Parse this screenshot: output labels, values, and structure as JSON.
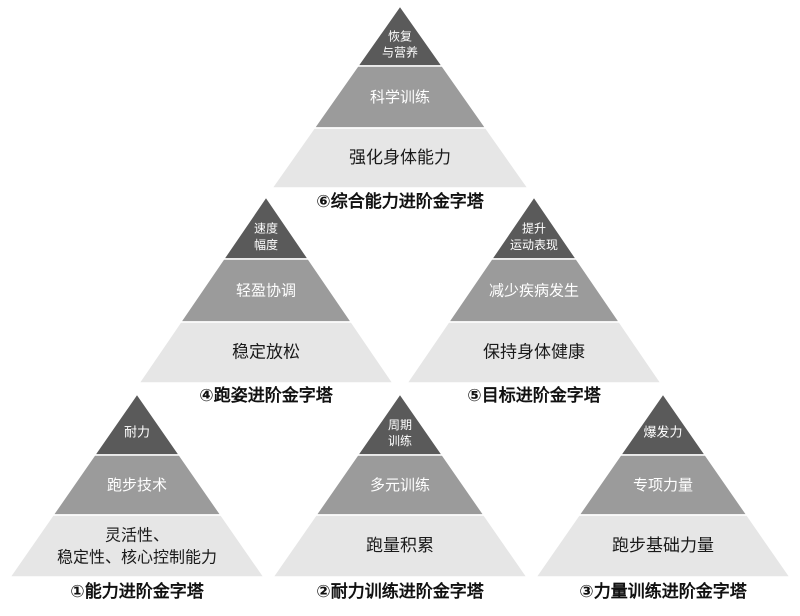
{
  "colors": {
    "top": "#5a5a5a",
    "middle": "#9b9b9b",
    "bottom": "#e6e6e6",
    "text_light": "#ffffff",
    "text_dark": "#1a1a1a"
  },
  "pyramids": [
    {
      "id": "p6",
      "top": [
        "恢复",
        "与营养"
      ],
      "middle": [
        "科学训练"
      ],
      "bottom": [
        "强化身体能力"
      ],
      "caption": "⑥综合能力进阶金字塔"
    },
    {
      "id": "p4",
      "top": [
        "速度",
        "幅度"
      ],
      "middle": [
        "轻盈协调"
      ],
      "bottom": [
        "稳定放松"
      ],
      "caption": "④跑姿进阶金字塔"
    },
    {
      "id": "p5",
      "top": [
        "提升",
        "运动表现"
      ],
      "middle": [
        "减少疾病发生"
      ],
      "bottom": [
        "保持身体健康"
      ],
      "caption": "⑤目标进阶金字塔"
    },
    {
      "id": "p1",
      "top": [
        "耐力"
      ],
      "middle": [
        "跑步技术"
      ],
      "bottom": [
        "灵活性、",
        "稳定性、核心控制能力"
      ],
      "caption": "①能力进阶金字塔"
    },
    {
      "id": "p2",
      "top": [
        "周期",
        "训练"
      ],
      "middle": [
        "多元训练"
      ],
      "bottom": [
        "跑量积累"
      ],
      "caption": "②耐力训练进阶金字塔"
    },
    {
      "id": "p3",
      "top": [
        "爆发力"
      ],
      "middle": [
        "专项力量"
      ],
      "bottom": [
        "跑步基础力量"
      ],
      "caption": "③力量训练进阶金字塔"
    }
  ]
}
